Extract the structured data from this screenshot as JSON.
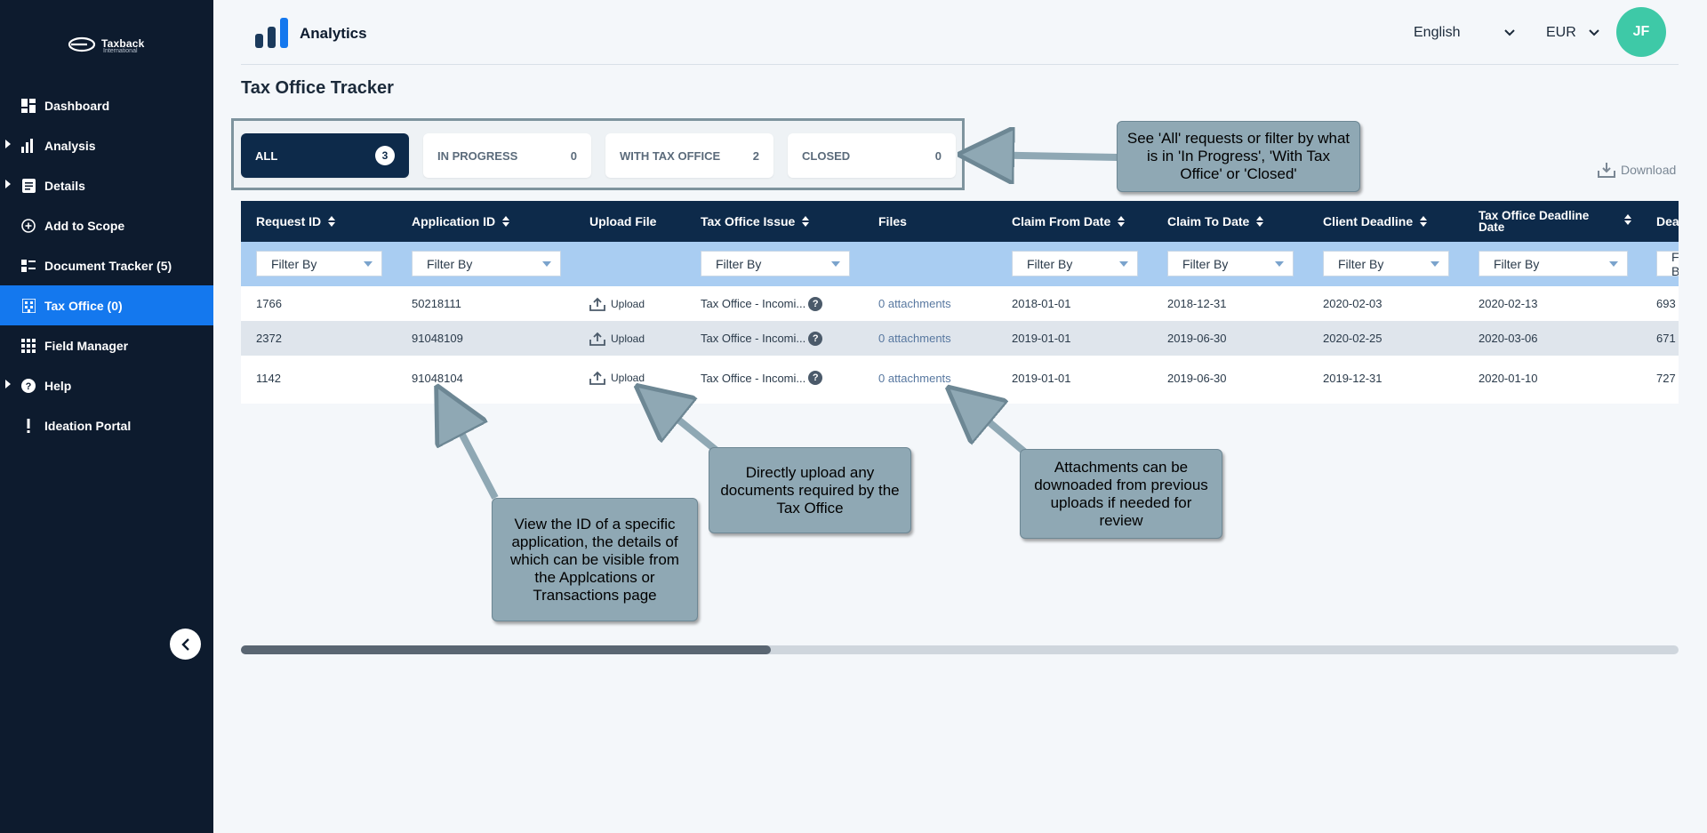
{
  "sidebar": {
    "logo": {
      "name": "Taxback",
      "sub": "International"
    },
    "items": [
      {
        "label": "Dashboard",
        "icon": "dashboard-icon",
        "caret": false
      },
      {
        "label": "Analysis",
        "icon": "bar-chart-icon",
        "caret": true
      },
      {
        "label": "Details",
        "icon": "document-icon",
        "caret": true
      },
      {
        "label": "Add to Scope",
        "icon": "plus-circle-icon",
        "caret": false
      },
      {
        "label": "Document Tracker (5)",
        "icon": "tracker-icon",
        "caret": false
      },
      {
        "label": "Tax Office (0)",
        "icon": "building-icon",
        "caret": false,
        "active": true
      },
      {
        "label": "Field Manager",
        "icon": "grid-icon",
        "caret": false
      },
      {
        "label": "Help",
        "icon": "help-icon",
        "caret": true
      },
      {
        "label": "Ideation Portal",
        "icon": "exclamation-icon",
        "caret": false
      }
    ]
  },
  "header": {
    "app_title": "Analytics",
    "language": "English",
    "currency": "EUR",
    "avatar_initials": "JF"
  },
  "page_title": "Tax Office Tracker",
  "tabs": [
    {
      "label": "ALL",
      "count": "3"
    },
    {
      "label": "IN PROGRESS",
      "count": "0"
    },
    {
      "label": "WITH TAX OFFICE",
      "count": "2"
    },
    {
      "label": "CLOSED",
      "count": "0"
    }
  ],
  "download_label": "Download",
  "table": {
    "columns": [
      "Request ID",
      "Application ID",
      "Upload File",
      "Tax Office Issue",
      "Files",
      "Claim From Date",
      "Claim To Date",
      "Client Deadline",
      "Tax Office Deadline Date",
      "Dead"
    ],
    "filter_placeholder": "Filter By",
    "rows": [
      {
        "request_id": "1766",
        "application_id": "50218111",
        "upload": "Upload",
        "issue": "Tax Office - Incomi...",
        "files": "0 attachments",
        "claim_from": "2018-01-01",
        "claim_to": "2018-12-31",
        "client_deadline": "2020-02-03",
        "tax_office_deadline": "2020-02-13",
        "dead": "693"
      },
      {
        "request_id": "2372",
        "application_id": "91048109",
        "upload": "Upload",
        "issue": "Tax Office - Incomi...",
        "files": "0 attachments",
        "claim_from": "2019-01-01",
        "claim_to": "2019-06-30",
        "client_deadline": "2020-02-25",
        "tax_office_deadline": "2020-03-06",
        "dead": "671"
      },
      {
        "request_id": "1142",
        "application_id": "91048104",
        "upload": "Upload",
        "issue": "Tax Office - Incomi...",
        "files": "0 attachments",
        "claim_from": "2019-01-01",
        "claim_to": "2019-06-30",
        "client_deadline": "2019-12-31",
        "tax_office_deadline": "2020-01-10",
        "dead": "727"
      }
    ]
  },
  "callouts": {
    "filter": "See 'All' requests or filter by what is in 'In Progress', 'With Tax Office' or 'Closed'",
    "application": "View the ID of a specific application, the details of which can be visible from the Applcations or Transactions page",
    "upload": "Directly upload any documents required by the Tax Office",
    "attachments": "Attachments can be downoaded from previous uploads if needed for review"
  },
  "colors": {
    "sidebar_bg": "#0d1b2e",
    "active_nav": "#1478ee",
    "table_header": "#0d2a4a",
    "filter_row": "#a9cdf2",
    "avatar": "#3ec9a7",
    "callout": "#8fa8b4"
  }
}
